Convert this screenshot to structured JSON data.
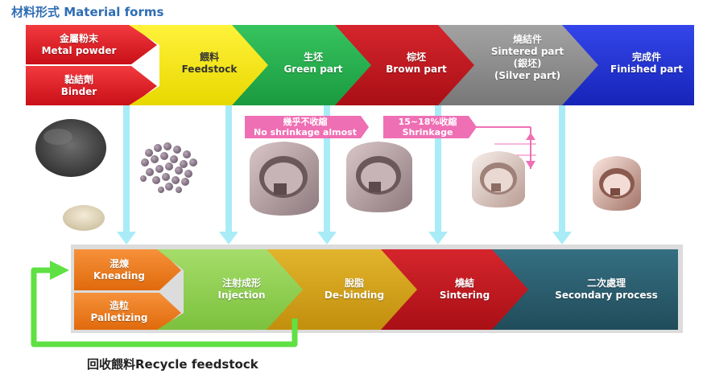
{
  "title": "材料形式 Material forms",
  "material_stages": [
    {
      "zh": "金屬粉末",
      "en": "Metal powder"
    },
    {
      "zh": "黏結劑",
      "en": "Binder"
    },
    {
      "zh": "餵料",
      "en": "Feedstock"
    },
    {
      "zh": "生坯",
      "en": "Green part"
    },
    {
      "zh": "棕坯",
      "en": "Brown part"
    },
    {
      "zh": "燒結件",
      "en": "Sintered part",
      "en2": "(銀坯)",
      "en3": "(Silver part)"
    },
    {
      "zh": "完成件",
      "en": "Finished part"
    }
  ],
  "shrinkage_notes": [
    {
      "zh": "幾乎不收縮",
      "en": "No shrinkage almost"
    },
    {
      "zh": "15~18%收縮",
      "en": "Shrinkage"
    }
  ],
  "process_stages": [
    {
      "zh": "混煉",
      "en": "Kneading"
    },
    {
      "zh": "造粒",
      "en": "Palletizing"
    },
    {
      "zh": "注射成形",
      "en": "Injection"
    },
    {
      "zh": "脫脂",
      "en": "De-binding"
    },
    {
      "zh": "燒結",
      "en": "Sintering"
    },
    {
      "zh": "二次處理",
      "en": "Secondary process"
    }
  ],
  "recycle_label": "回收餵料Recycle feedstock",
  "colors": {
    "red": "#e8141c",
    "yellow": "#f5e800",
    "green": "#22b14c",
    "darkred": "#c0141c",
    "gray": "#8a8a8a",
    "blue": "#1f2fd6",
    "orange": "#f07b1a",
    "lightgreen": "#8fd14f",
    "gold": "#d4a017",
    "teal": "#2a5d6e",
    "pink": "#ef6fb4",
    "cyan": "#a9ecf7",
    "recycle": "#5fe043"
  }
}
